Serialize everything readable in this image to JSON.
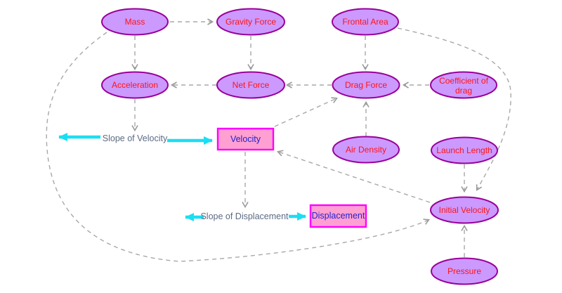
{
  "diagram": {
    "colors": {
      "node_fill": "#CC99FF",
      "node_border": "#990099",
      "node_text": "#FF1414",
      "box_fill": "#FF9FD2",
      "box_border": "#FF00FF",
      "box_text": "#2222CC",
      "edge": "#A8A8A8",
      "flow_arrow": "#1CDEF2",
      "flow_label_text": "#5C6B85",
      "bg": "#FFFFFF"
    },
    "nodes": {
      "mass": "Mass",
      "gravity_force": "Gravity Force",
      "frontal_area": "Frontal Area",
      "acceleration": "Acceleration",
      "net_force": "Net Force",
      "drag_force": "Drag Force",
      "coefficient_of_drag_line1": "Coefficient of",
      "coefficient_of_drag_line2": "drag",
      "air_density": "Air Density",
      "launch_length": "Launch Length",
      "initial_velocity": "Initial Velocity",
      "pressure": "Pressure"
    },
    "stocks": {
      "velocity": "Velocity",
      "displacement": "Displacement"
    },
    "flow_labels": {
      "slope_of_velocity": "Slope of Velocity",
      "slope_of_displacement": "Slope of Displacement"
    },
    "edges": [
      {
        "from": "Mass",
        "to": "Gravity Force"
      },
      {
        "from": "Mass",
        "to": "Acceleration"
      },
      {
        "from": "Mass",
        "to": "Initial Velocity"
      },
      {
        "from": "Gravity Force",
        "to": "Net Force"
      },
      {
        "from": "Net Force",
        "to": "Acceleration"
      },
      {
        "from": "Acceleration",
        "to": "Slope of Velocity"
      },
      {
        "from": "Frontal Area",
        "to": "Drag Force"
      },
      {
        "from": "Frontal Area",
        "to": "Initial Velocity"
      },
      {
        "from": "Drag Force",
        "to": "Net Force"
      },
      {
        "from": "Coefficient of drag",
        "to": "Drag Force"
      },
      {
        "from": "Air Density",
        "to": "Drag Force"
      },
      {
        "from": "Velocity",
        "to": "Drag Force"
      },
      {
        "from": "Velocity",
        "to": "Slope of Displacement"
      },
      {
        "from": "Launch Length",
        "to": "Initial Velocity"
      },
      {
        "from": "Pressure",
        "to": "Initial Velocity"
      },
      {
        "from": "Initial Velocity",
        "to": "Velocity"
      }
    ]
  }
}
